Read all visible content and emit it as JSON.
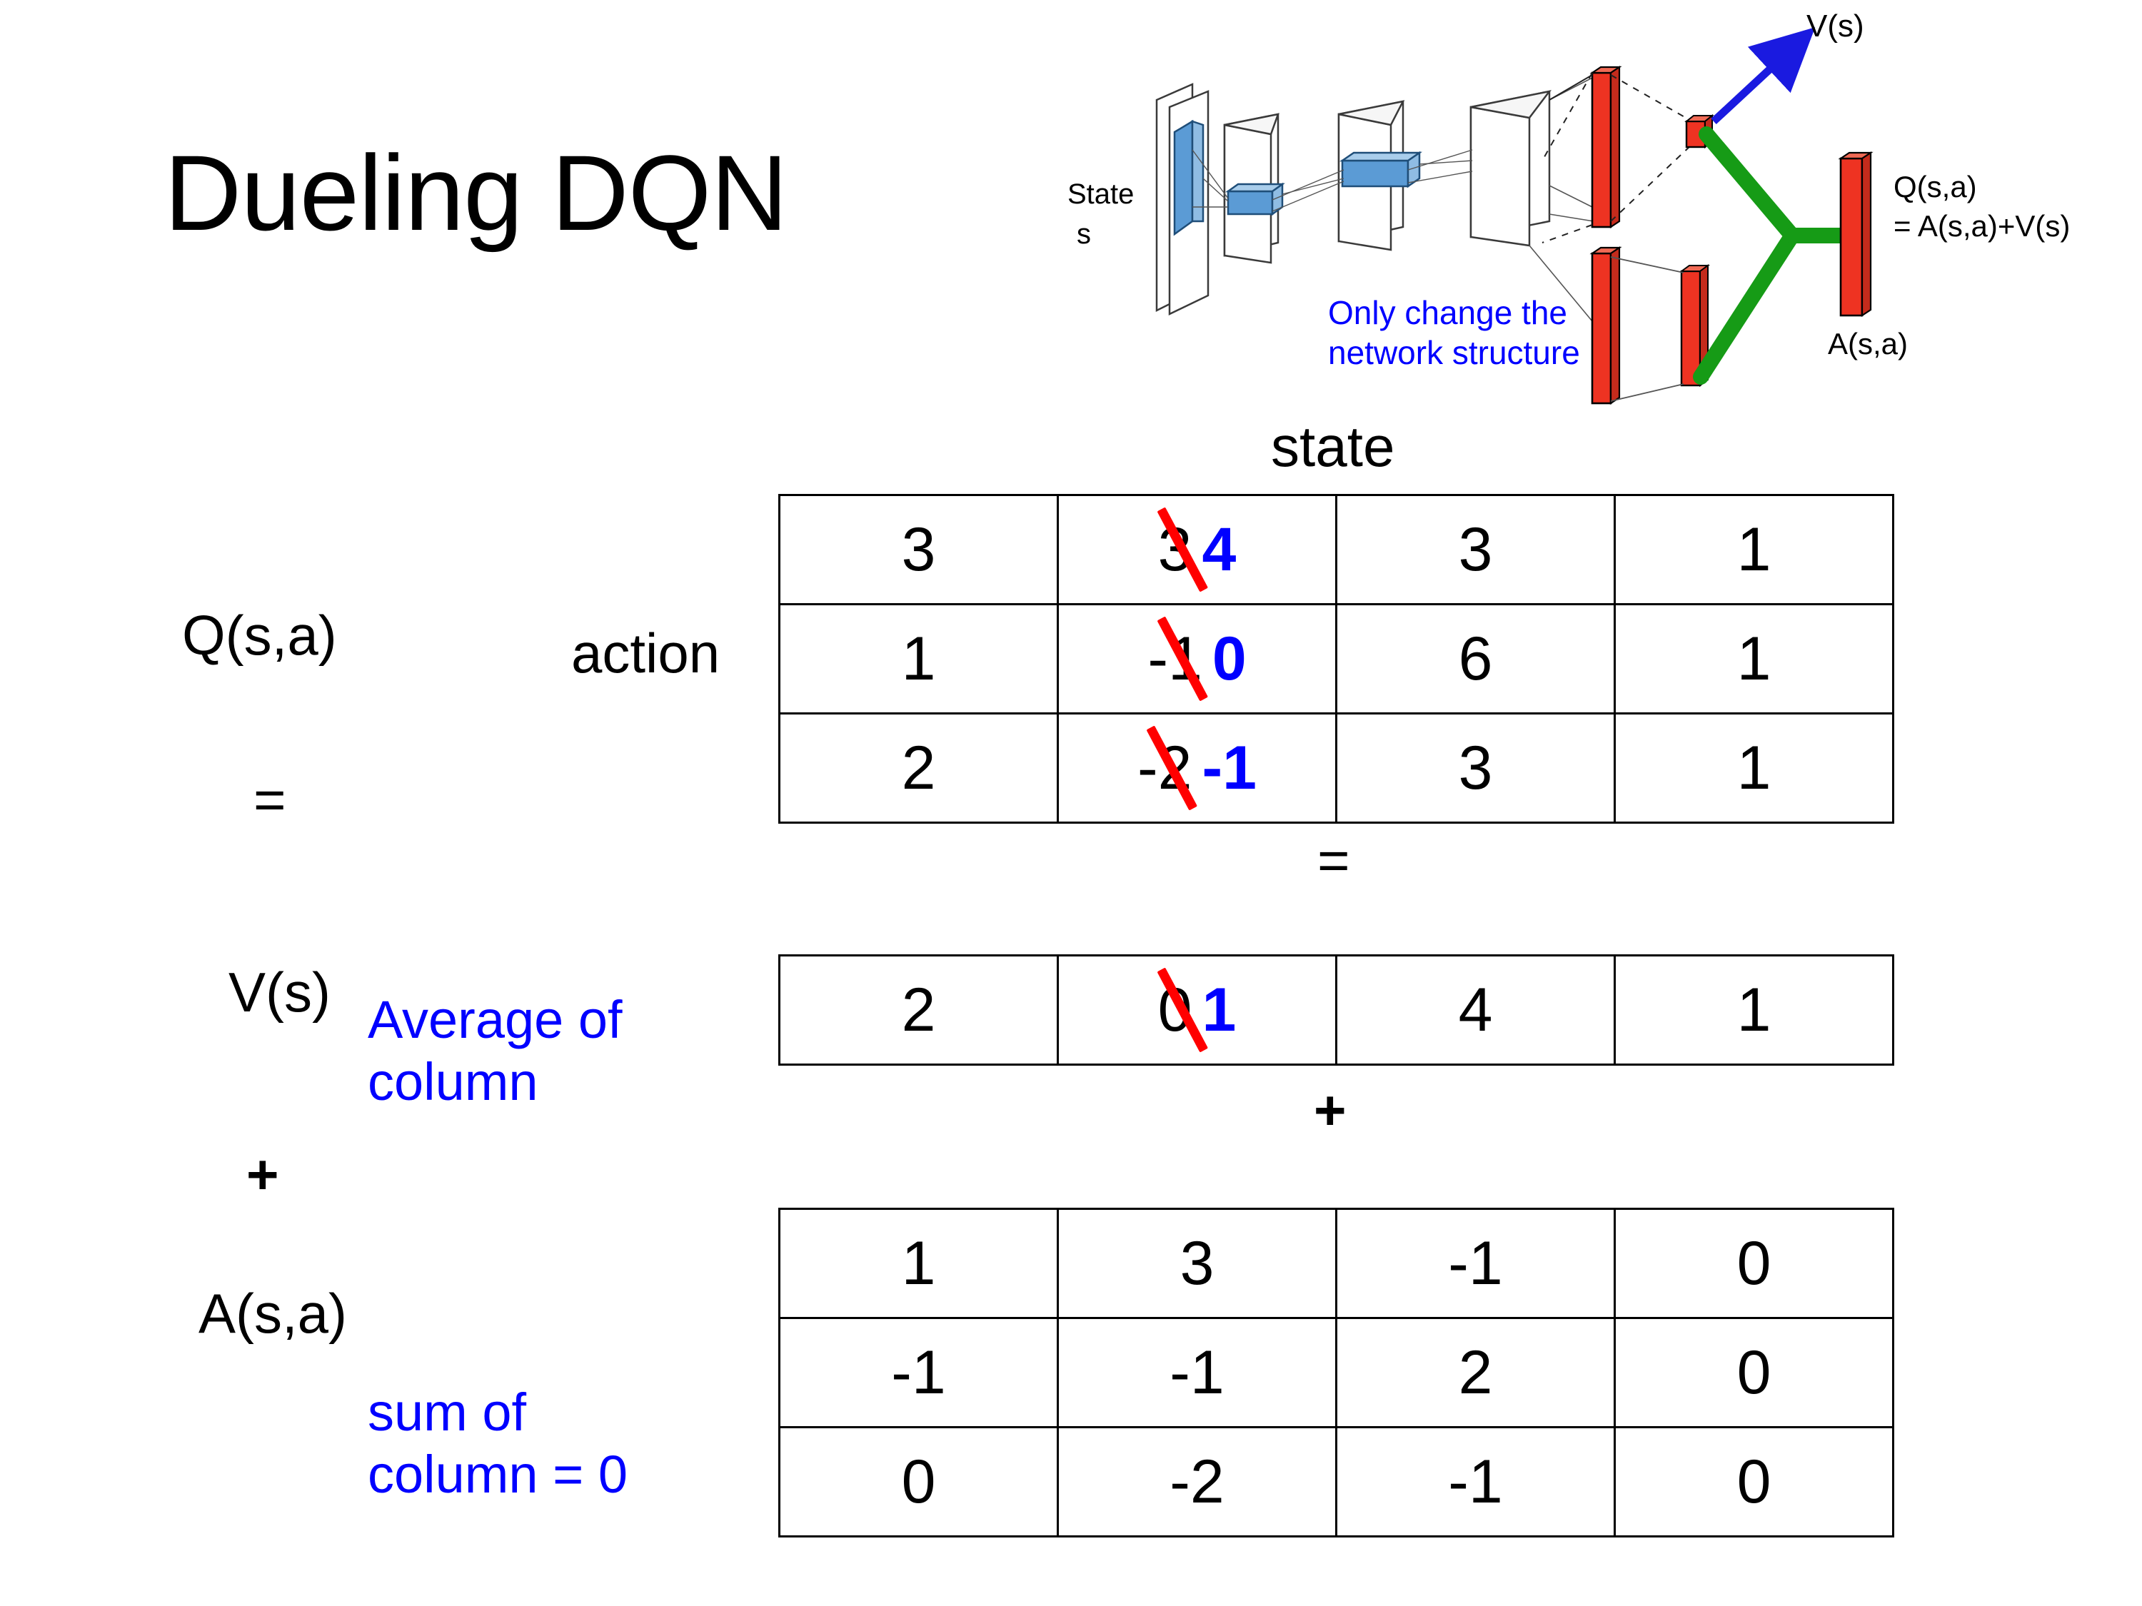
{
  "title": "Dueling DQN",
  "labels": {
    "q_label": "Q(s,a)",
    "equals_1": "=",
    "v_label": "V(s)",
    "plus_1": "+",
    "a_label": "A(s,a)",
    "action_label": "action",
    "state_header": "state",
    "equals_2": "=",
    "plus_2": "+"
  },
  "notes": {
    "average_line1": "Average of",
    "average_line2": "column",
    "sum_line1": "sum of",
    "sum_line2": "column = 0"
  },
  "diagram": {
    "state_label": "State",
    "state_sub": "s",
    "v_output": "V(s)",
    "q_output_line1": "Q(s,a)",
    "q_output_line2": "= A(s,a)+V(s)",
    "a_output": "A(s,a)",
    "note_line1": "Only change the",
    "note_line2": "network structure"
  },
  "colors": {
    "edit_red": "#ff0000",
    "new_value_blue": "#0000ff",
    "note_blue": "#0000ff",
    "bar_red": "#ee3322",
    "bar_green": "#169b16",
    "cube_blue": "#5b9bd5",
    "text_black": "#000000"
  },
  "chart_data": {
    "type": "table",
    "title": "Dueling DQN value decomposition Q(s,a) = V(s) + A(s,a)",
    "tables": [
      {
        "name": "Q(s,a)",
        "row_axis": "action",
        "col_axis": "state",
        "rows": 3,
        "cols": 4,
        "values": [
          [
            "3",
            "3",
            "3",
            "1"
          ],
          [
            "1",
            "-1",
            "6",
            "1"
          ],
          [
            "2",
            "-2",
            "3",
            "1"
          ]
        ],
        "edits": [
          {
            "row": 0,
            "col": 1,
            "old": "3",
            "new": "4"
          },
          {
            "row": 1,
            "col": 1,
            "old": "-1",
            "new": "0"
          },
          {
            "row": 2,
            "col": 1,
            "old": "-2",
            "new": "-1"
          }
        ]
      },
      {
        "name": "V(s)",
        "rows": 1,
        "cols": 4,
        "values": [
          [
            "2",
            "0",
            "4",
            "1"
          ]
        ],
        "edits": [
          {
            "row": 0,
            "col": 1,
            "old": "0",
            "new": "1"
          }
        ]
      },
      {
        "name": "A(s,a)",
        "rows": 3,
        "cols": 4,
        "values": [
          [
            "1",
            "3",
            "-1",
            "0"
          ],
          [
            "-1",
            "-1",
            "2",
            "0"
          ],
          [
            "0",
            "-2",
            "-1",
            "0"
          ]
        ],
        "edits": []
      }
    ]
  }
}
